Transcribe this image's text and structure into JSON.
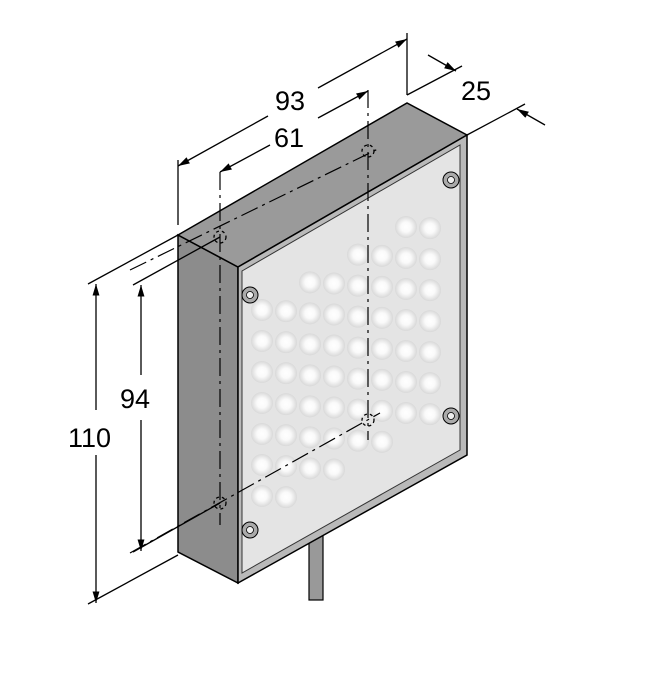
{
  "dimensions": {
    "width_outer": "93",
    "width_holes": "61",
    "depth": "25",
    "height_outer": "110",
    "height_holes": "94"
  },
  "colors": {
    "housing_side": "#8c8c8c",
    "housing_top": "#9a9a9a",
    "front_frame": "#b9b9b9",
    "front_panel": "#e4e4e4",
    "led": "#ffffff",
    "line": "#000000"
  }
}
